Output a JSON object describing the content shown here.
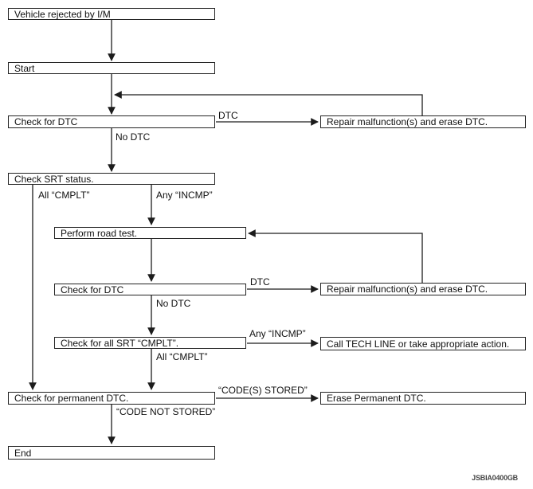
{
  "diagram": {
    "title_hint": "I/M readiness diagnostic flowchart",
    "colors": {
      "background": "#ffffff",
      "line": "#1c1c1c",
      "box_border": "#232323",
      "text": "#101010"
    },
    "nodes": {
      "vehicle_rejected": {
        "label": "Vehicle rejected by I/M"
      },
      "start": {
        "label": "Start"
      },
      "check_dtc_1": {
        "label": "Check for DTC"
      },
      "repair_1": {
        "label": "Repair malfunction(s) and erase DTC."
      },
      "check_srt": {
        "label": "Check SRT status."
      },
      "road_test": {
        "label": "Perform road test."
      },
      "check_dtc_2": {
        "label": "Check for DTC"
      },
      "repair_2": {
        "label": "Repair malfunction(s) and erase DTC."
      },
      "check_all_srt": {
        "label": "Check for all SRT “CMPLT”."
      },
      "call_tech": {
        "label": "Call TECH LINE or take appropriate action."
      },
      "check_permanent": {
        "label": "Check for permanent DTC."
      },
      "erase_permanent": {
        "label": "Erase Permanent DTC."
      },
      "end": {
        "label": "End"
      }
    },
    "edge_labels": {
      "dtc_1": "DTC",
      "no_dtc_1": "No DTC",
      "all_cmplt_1": "All “CMPLT”",
      "any_incmp_1": "Any “INCMP”",
      "dtc_2": "DTC",
      "no_dtc_2": "No DTC",
      "any_incmp_2": "Any “INCMP”",
      "all_cmplt_2": "All “CMPLT”",
      "codes_stored": "“CODE(S) STORED”",
      "code_not_stored": "“CODE NOT STORED”"
    },
    "watermark": "JSBIA0400GB"
  }
}
